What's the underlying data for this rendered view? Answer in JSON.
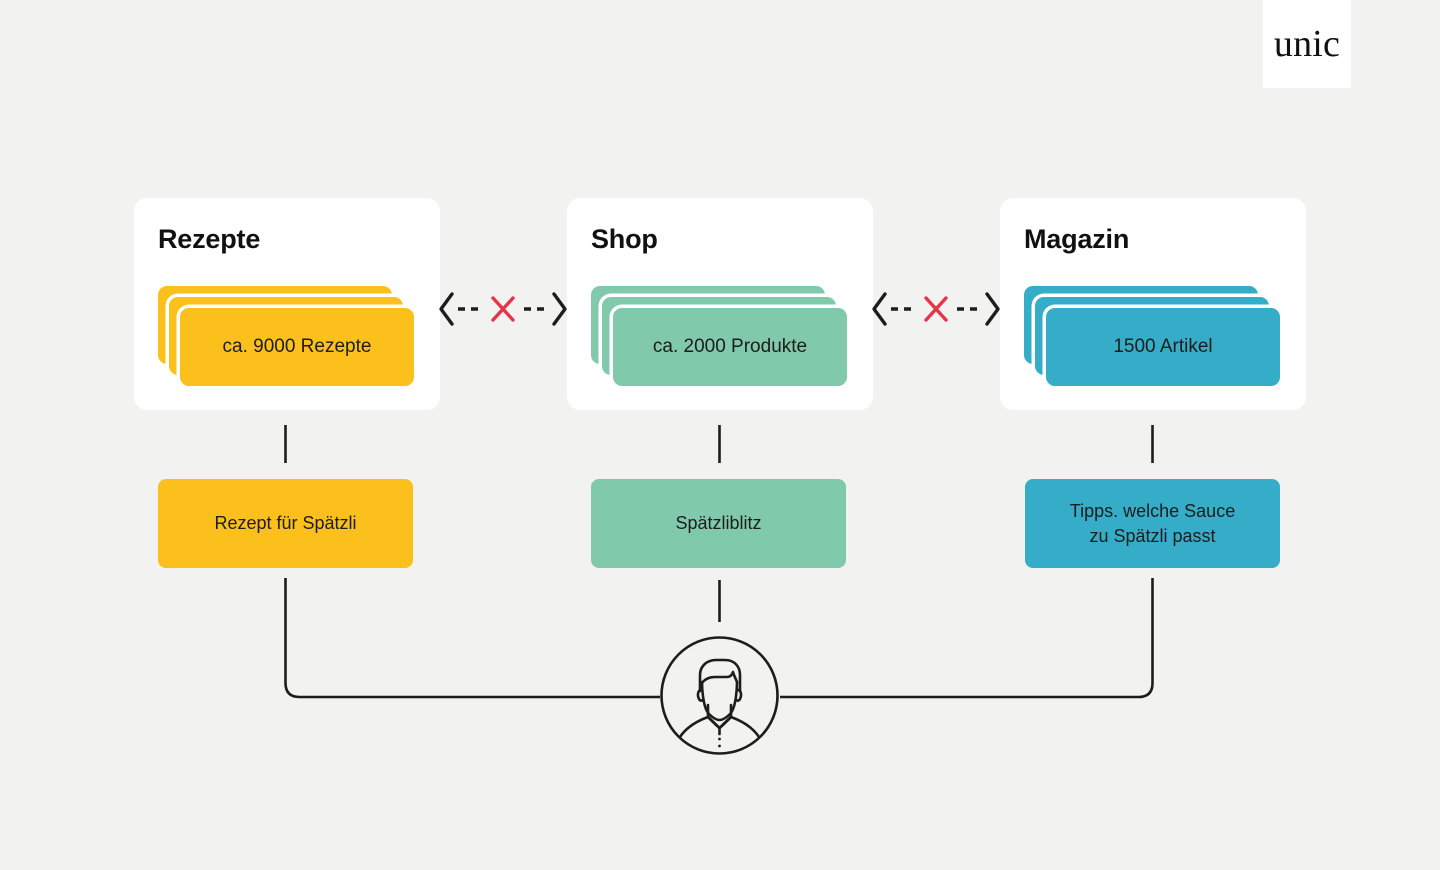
{
  "brand": {
    "logo_text": "unic",
    "logo_name": "unic-logo"
  },
  "theme": {
    "background": "#f2f2f1",
    "card_background": "#ffffff",
    "yellow": "#fbc01c",
    "green": "#81c9ab",
    "blue": "#35acc8",
    "line": "#1d1d1b",
    "x_red": "#e8334a"
  },
  "diagram": {
    "type": "silo-diagram",
    "sources": [
      {
        "id": "rezepte",
        "title": "Rezepte",
        "chip_label": "ca. 9000 Rezepte",
        "color": "#fbc01c",
        "stack_count": 3,
        "result_label": "Rezept für Spätzli",
        "result_name": "result-box-rezepte"
      },
      {
        "id": "shop",
        "title": "Shop",
        "chip_label": "ca. 2000 Produkte",
        "color": "#81c9ab",
        "stack_count": 3,
        "result_label": "Spätzliblitz",
        "result_name": "result-box-shop"
      },
      {
        "id": "magazin",
        "title": "Magazin",
        "chip_label": "1500 Artikel",
        "color": "#35acc8",
        "stack_count": 3,
        "result_label_line1": "Tipps. welche Sauce",
        "result_label_line2": "zu Spätzli passt",
        "result_name": "result-box-magazin"
      }
    ],
    "connectors": [
      {
        "id": "rezepte-shop",
        "style": "bidirectional-dashed-blocked",
        "marker": "red-x"
      },
      {
        "id": "shop-magazin",
        "style": "bidirectional-dashed-blocked",
        "marker": "red-x"
      }
    ],
    "user": {
      "icon": "person-avatar-icon",
      "shape": "circle-outline"
    }
  }
}
